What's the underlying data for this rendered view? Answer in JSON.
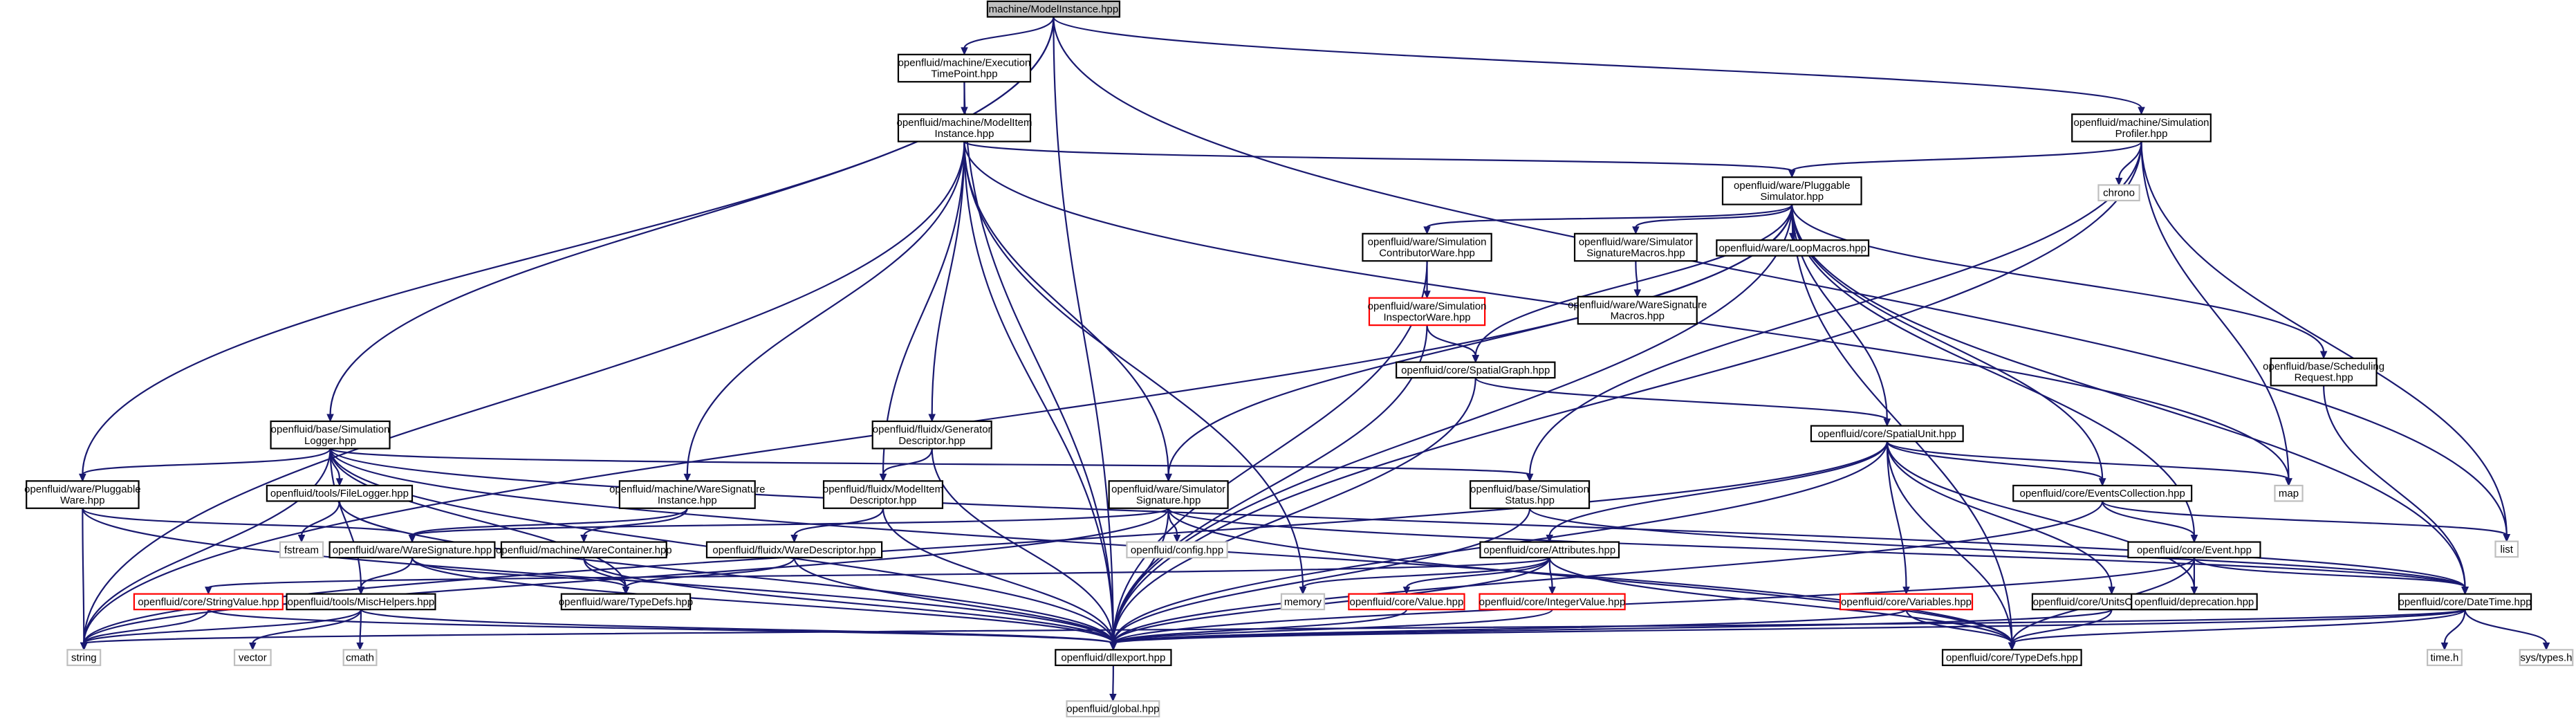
{
  "colors": {
    "edge": "#191970",
    "node_border": "#000000",
    "root_fill": "#bfbfbf",
    "truncated_border": "#ff0000",
    "system_border": "#bfbfbf"
  },
  "nodes": [
    {
      "id": "n0",
      "lines": [
        "machine/ModelInstance.hpp"
      ],
      "kind": "root"
    },
    {
      "id": "n1",
      "lines": [
        "openfluid/machine/Execution",
        "TimePoint.hpp"
      ],
      "kind": "normal"
    },
    {
      "id": "n2",
      "lines": [
        "openfluid/machine/ModelItem",
        "Instance.hpp"
      ],
      "kind": "normal"
    },
    {
      "id": "n3",
      "lines": [
        "openfluid/machine/Simulation",
        "Profiler.hpp"
      ],
      "kind": "normal"
    },
    {
      "id": "n4",
      "lines": [
        "openfluid/ware/Pluggable",
        "Simulator.hpp"
      ],
      "kind": "normal"
    },
    {
      "id": "n5",
      "lines": [
        "chrono"
      ],
      "kind": "system"
    },
    {
      "id": "n6",
      "lines": [
        "openfluid/ware/Simulation",
        "ContributorWare.hpp"
      ],
      "kind": "normal"
    },
    {
      "id": "n7",
      "lines": [
        "openfluid/ware/Simulator",
        "SignatureMacros.hpp"
      ],
      "kind": "normal"
    },
    {
      "id": "n8",
      "lines": [
        "openfluid/ware/LoopMacros.hpp"
      ],
      "kind": "normal"
    },
    {
      "id": "n9",
      "lines": [
        "openfluid/ware/Simulation",
        "InspectorWare.hpp"
      ],
      "kind": "truncated"
    },
    {
      "id": "n10",
      "lines": [
        "openfluid/ware/WareSignature",
        "Macros.hpp"
      ],
      "kind": "normal"
    },
    {
      "id": "n11",
      "lines": [
        "openfluid/base/Scheduling",
        "Request.hpp"
      ],
      "kind": "normal"
    },
    {
      "id": "n12",
      "lines": [
        "openfluid/core/SpatialGraph.hpp"
      ],
      "kind": "normal"
    },
    {
      "id": "n13",
      "lines": [
        "openfluid/base/Simulation",
        "Logger.hpp"
      ],
      "kind": "normal"
    },
    {
      "id": "n14",
      "lines": [
        "openfluid/fluidx/Generator",
        "Descriptor.hpp"
      ],
      "kind": "normal"
    },
    {
      "id": "n15",
      "lines": [
        "openfluid/core/SpatialUnit.hpp"
      ],
      "kind": "normal"
    },
    {
      "id": "n16",
      "lines": [
        "openfluid/ware/Pluggable",
        "Ware.hpp"
      ],
      "kind": "normal"
    },
    {
      "id": "n17",
      "lines": [
        "openfluid/tools/FileLogger.hpp"
      ],
      "kind": "normal"
    },
    {
      "id": "n18",
      "lines": [
        "openfluid/machine/WareSignature",
        "Instance.hpp"
      ],
      "kind": "normal"
    },
    {
      "id": "n19",
      "lines": [
        "openfluid/fluidx/ModelItem",
        "Descriptor.hpp"
      ],
      "kind": "normal"
    },
    {
      "id": "n20",
      "lines": [
        "openfluid/ware/Simulator",
        "Signature.hpp"
      ],
      "kind": "normal"
    },
    {
      "id": "n21",
      "lines": [
        "openfluid/base/Simulation",
        "Status.hpp"
      ],
      "kind": "normal"
    },
    {
      "id": "n22",
      "lines": [
        "openfluid/core/EventsCollection.hpp"
      ],
      "kind": "normal"
    },
    {
      "id": "n23",
      "lines": [
        "map"
      ],
      "kind": "system"
    },
    {
      "id": "n24",
      "lines": [
        "list"
      ],
      "kind": "system"
    },
    {
      "id": "n25",
      "lines": [
        "fstream"
      ],
      "kind": "system"
    },
    {
      "id": "n26",
      "lines": [
        "openfluid/ware/WareSignature.hpp"
      ],
      "kind": "normal"
    },
    {
      "id": "n27",
      "lines": [
        "openfluid/machine/WareContainer.hpp"
      ],
      "kind": "normal"
    },
    {
      "id": "n28",
      "lines": [
        "openfluid/fluidx/WareDescriptor.hpp"
      ],
      "kind": "normal"
    },
    {
      "id": "n29",
      "lines": [
        "openfluid/config.hpp"
      ],
      "kind": "system"
    },
    {
      "id": "n30",
      "lines": [
        "openfluid/core/Attributes.hpp"
      ],
      "kind": "normal"
    },
    {
      "id": "n31",
      "lines": [
        "openfluid/core/Event.hpp"
      ],
      "kind": "normal"
    },
    {
      "id": "n32",
      "lines": [
        "openfluid/core/StringValue.hpp"
      ],
      "kind": "truncated"
    },
    {
      "id": "n33",
      "lines": [
        "openfluid/tools/MiscHelpers.hpp"
      ],
      "kind": "normal"
    },
    {
      "id": "n34",
      "lines": [
        "openfluid/ware/TypeDefs.hpp"
      ],
      "kind": "normal"
    },
    {
      "id": "n35",
      "lines": [
        "memory"
      ],
      "kind": "system"
    },
    {
      "id": "n36",
      "lines": [
        "openfluid/core/Value.hpp"
      ],
      "kind": "truncated"
    },
    {
      "id": "n37",
      "lines": [
        "openfluid/core/IntegerValue.hpp"
      ],
      "kind": "truncated"
    },
    {
      "id": "n38",
      "lines": [
        "openfluid/core/Variables.hpp"
      ],
      "kind": "truncated"
    },
    {
      "id": "n39",
      "lines": [
        "openfluid/core/UnitsCollection.hpp"
      ],
      "kind": "normal"
    },
    {
      "id": "n40",
      "lines": [
        "openfluid/deprecation.hpp"
      ],
      "kind": "normal"
    },
    {
      "id": "n41",
      "lines": [
        "openfluid/core/DateTime.hpp"
      ],
      "kind": "normal"
    },
    {
      "id": "n42",
      "lines": [
        "string"
      ],
      "kind": "system"
    },
    {
      "id": "n43",
      "lines": [
        "vector"
      ],
      "kind": "system"
    },
    {
      "id": "n44",
      "lines": [
        "cmath"
      ],
      "kind": "system"
    },
    {
      "id": "n45",
      "lines": [
        "openfluid/dllexport.hpp"
      ],
      "kind": "normal"
    },
    {
      "id": "n46",
      "lines": [
        "openfluid/core/TypeDefs.hpp"
      ],
      "kind": "normal"
    },
    {
      "id": "n47",
      "lines": [
        "time.h"
      ],
      "kind": "system"
    },
    {
      "id": "n48",
      "lines": [
        "sys/types.h"
      ],
      "kind": "system"
    },
    {
      "id": "n49",
      "lines": [
        "openfluid/global.hpp"
      ],
      "kind": "system"
    }
  ],
  "edges": [
    [
      "n0",
      "n1"
    ],
    [
      "n0",
      "n3"
    ],
    [
      "n0",
      "n16"
    ],
    [
      "n0",
      "n13"
    ],
    [
      "n0",
      "n45"
    ],
    [
      "n0",
      "n24"
    ],
    [
      "n1",
      "n2"
    ],
    [
      "n1",
      "n45"
    ],
    [
      "n2",
      "n4"
    ],
    [
      "n2",
      "n42"
    ],
    [
      "n2",
      "n18"
    ],
    [
      "n2",
      "n19"
    ],
    [
      "n2",
      "n14"
    ],
    [
      "n2",
      "n20"
    ],
    [
      "n2",
      "n45"
    ],
    [
      "n2",
      "n35"
    ],
    [
      "n2",
      "n23"
    ],
    [
      "n3",
      "n4"
    ],
    [
      "n3",
      "n5"
    ],
    [
      "n3",
      "n23"
    ],
    [
      "n3",
      "n24"
    ],
    [
      "n3",
      "n45"
    ],
    [
      "n3",
      "n21"
    ],
    [
      "n4",
      "n6"
    ],
    [
      "n4",
      "n7"
    ],
    [
      "n4",
      "n8"
    ],
    [
      "n4",
      "n11"
    ],
    [
      "n4",
      "n12"
    ],
    [
      "n4",
      "n15"
    ],
    [
      "n4",
      "n20"
    ],
    [
      "n4",
      "n22"
    ],
    [
      "n4",
      "n31"
    ],
    [
      "n4",
      "n41"
    ],
    [
      "n4",
      "n45"
    ],
    [
      "n4",
      "n42"
    ],
    [
      "n4",
      "n46"
    ],
    [
      "n6",
      "n9"
    ],
    [
      "n6",
      "n45"
    ],
    [
      "n7",
      "n10"
    ],
    [
      "n9",
      "n12"
    ],
    [
      "n9",
      "n45"
    ],
    [
      "n11",
      "n41"
    ],
    [
      "n12",
      "n15"
    ],
    [
      "n12",
      "n45"
    ],
    [
      "n13",
      "n16"
    ],
    [
      "n13",
      "n17"
    ],
    [
      "n13",
      "n21"
    ],
    [
      "n13",
      "n33"
    ],
    [
      "n13",
      "n41"
    ],
    [
      "n13",
      "n45"
    ],
    [
      "n13",
      "n42"
    ],
    [
      "n13",
      "n46"
    ],
    [
      "n13",
      "n34"
    ],
    [
      "n14",
      "n19"
    ],
    [
      "n14",
      "n45"
    ],
    [
      "n15",
      "n22"
    ],
    [
      "n15",
      "n30"
    ],
    [
      "n15",
      "n38"
    ],
    [
      "n15",
      "n39"
    ],
    [
      "n15",
      "n40"
    ],
    [
      "n15",
      "n23"
    ],
    [
      "n15",
      "n45"
    ],
    [
      "n15",
      "n42"
    ],
    [
      "n15",
      "n46"
    ],
    [
      "n16",
      "n26"
    ],
    [
      "n16",
      "n45"
    ],
    [
      "n16",
      "n42"
    ],
    [
      "n17",
      "n25"
    ],
    [
      "n17",
      "n45"
    ],
    [
      "n18",
      "n26"
    ],
    [
      "n18",
      "n27"
    ],
    [
      "n19",
      "n28"
    ],
    [
      "n19",
      "n45"
    ],
    [
      "n20",
      "n26"
    ],
    [
      "n20",
      "n29"
    ],
    [
      "n20",
      "n45"
    ],
    [
      "n20",
      "n41"
    ],
    [
      "n20",
      "n42"
    ],
    [
      "n20",
      "n46"
    ],
    [
      "n21",
      "n45"
    ],
    [
      "n21",
      "n41"
    ],
    [
      "n22",
      "n31"
    ],
    [
      "n22",
      "n24"
    ],
    [
      "n22",
      "n45"
    ],
    [
      "n26",
      "n34"
    ],
    [
      "n26",
      "n33"
    ],
    [
      "n26",
      "n45"
    ],
    [
      "n27",
      "n34"
    ],
    [
      "n27",
      "n45"
    ],
    [
      "n28",
      "n34"
    ],
    [
      "n28",
      "n45"
    ],
    [
      "n30",
      "n32"
    ],
    [
      "n30",
      "n35"
    ],
    [
      "n30",
      "n36"
    ],
    [
      "n30",
      "n37"
    ],
    [
      "n30",
      "n45"
    ],
    [
      "n30",
      "n46"
    ],
    [
      "n31",
      "n40"
    ],
    [
      "n31",
      "n41"
    ],
    [
      "n31",
      "n45"
    ],
    [
      "n31",
      "n46"
    ],
    [
      "n32",
      "n42"
    ],
    [
      "n32",
      "n45"
    ],
    [
      "n33",
      "n42"
    ],
    [
      "n33",
      "n43"
    ],
    [
      "n33",
      "n44"
    ],
    [
      "n33",
      "n45"
    ],
    [
      "n36",
      "n45"
    ],
    [
      "n37",
      "n45"
    ],
    [
      "n38",
      "n45"
    ],
    [
      "n38",
      "n46"
    ],
    [
      "n39",
      "n45"
    ],
    [
      "n39",
      "n46"
    ],
    [
      "n41",
      "n45"
    ],
    [
      "n41",
      "n46"
    ],
    [
      "n41",
      "n47"
    ],
    [
      "n41",
      "n48"
    ],
    [
      "n41",
      "n42"
    ],
    [
      "n45",
      "n49"
    ]
  ]
}
